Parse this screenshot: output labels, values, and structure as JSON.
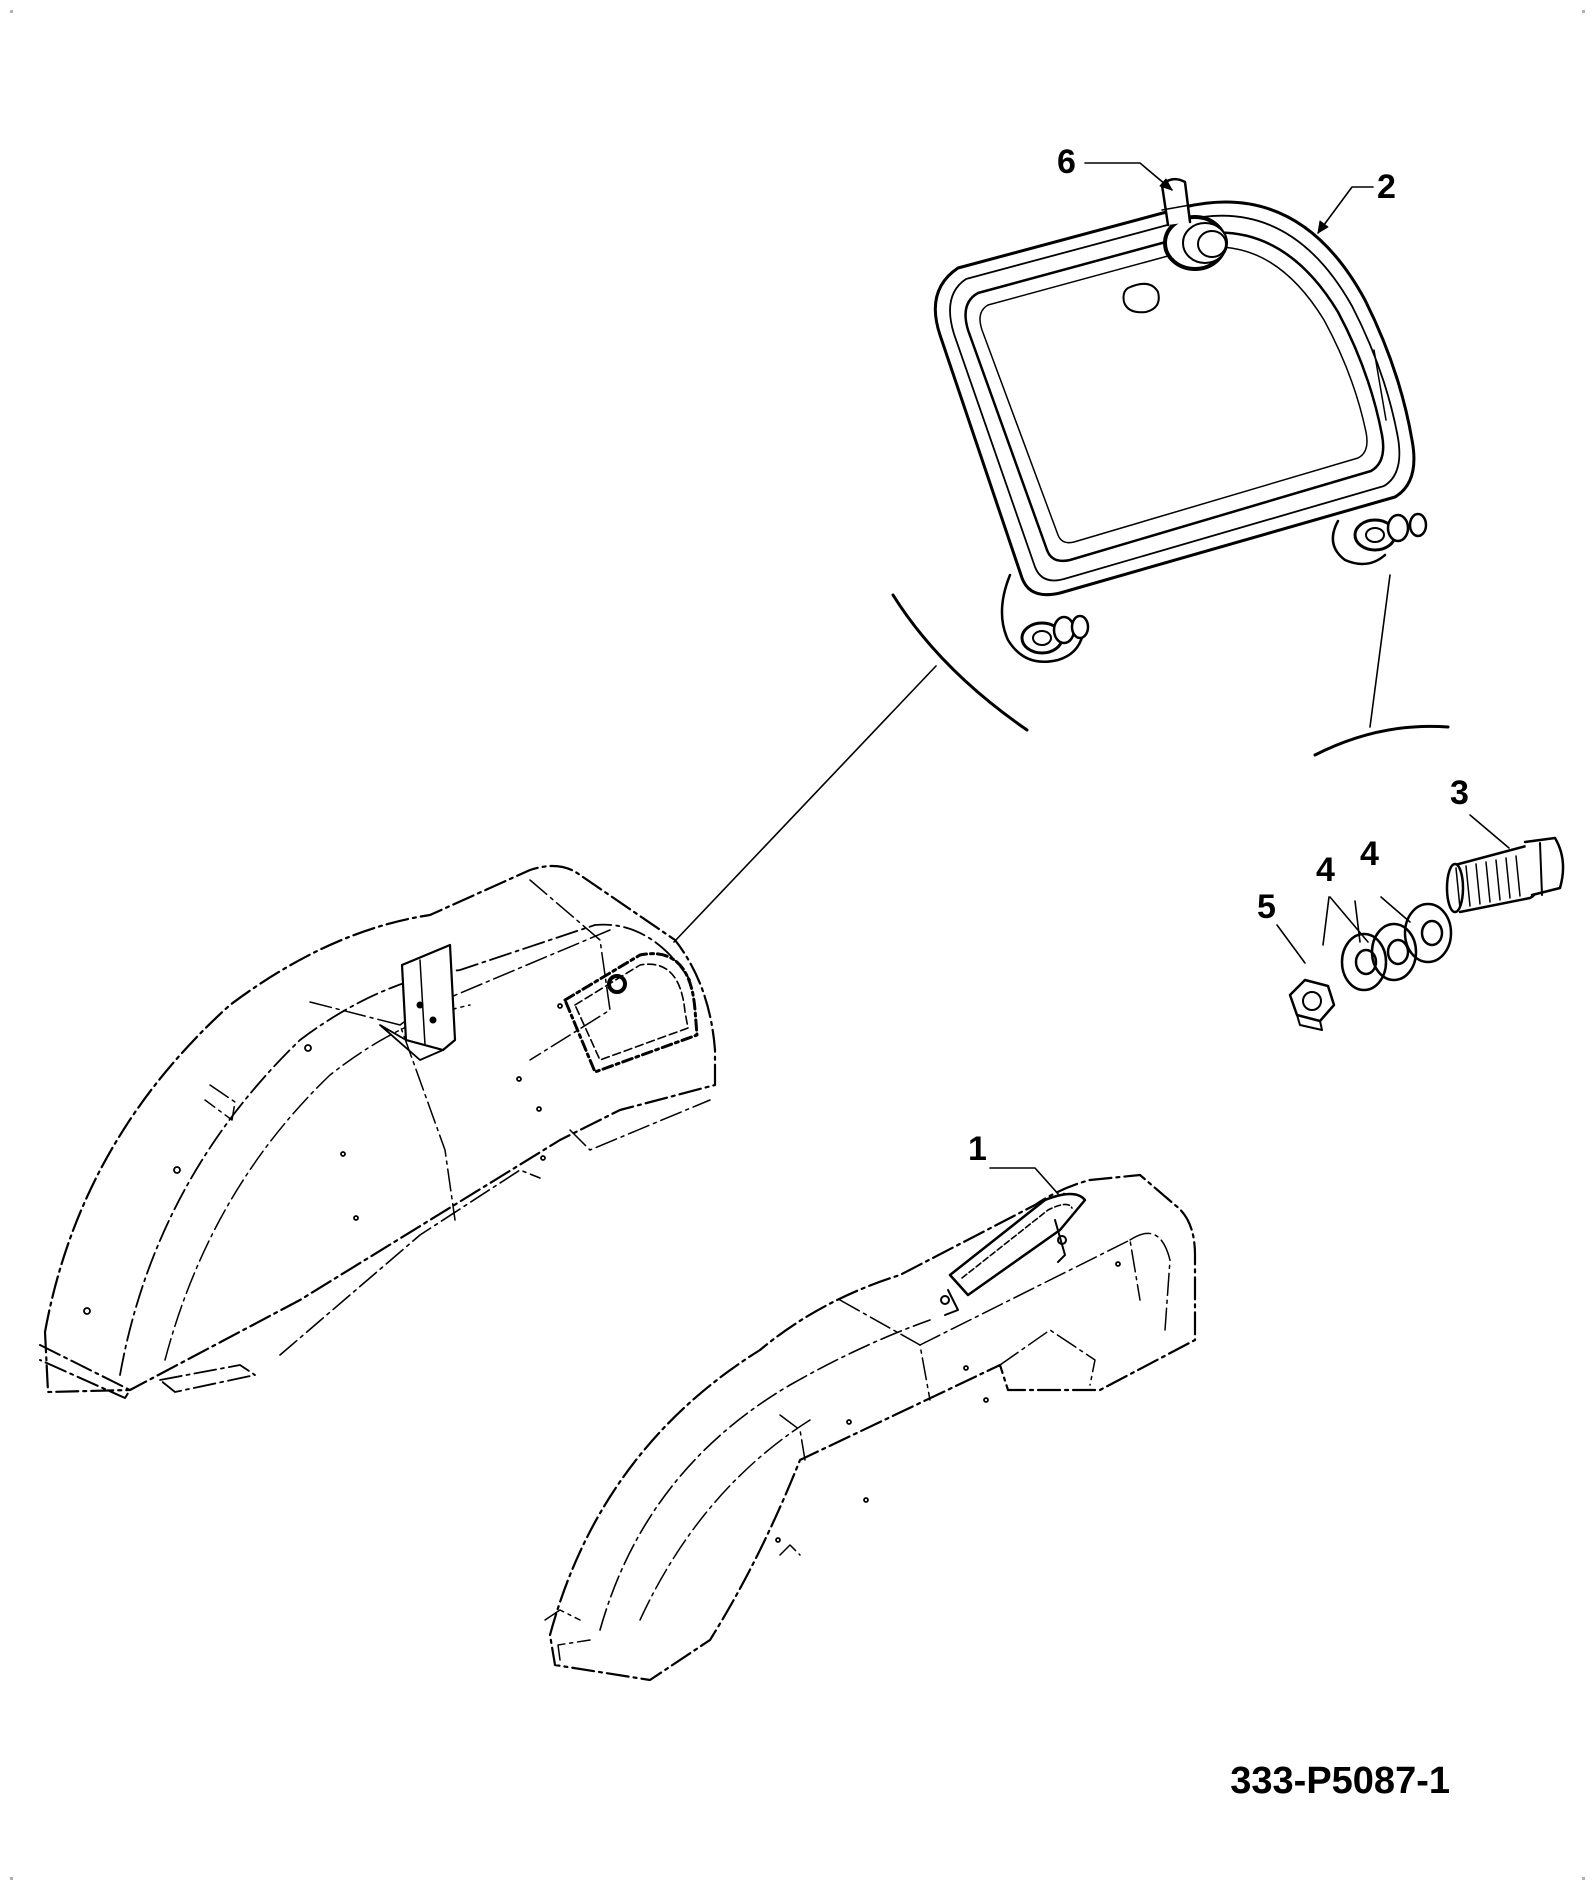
{
  "drawing_number": "333-P5087-1",
  "callouts": {
    "c1": "1",
    "c2": "2",
    "c3": "3",
    "c4a": "4",
    "c4b": "4",
    "c5": "5",
    "c6": "6"
  },
  "colors": {
    "line": "#000000",
    "background": "#ffffff"
  }
}
